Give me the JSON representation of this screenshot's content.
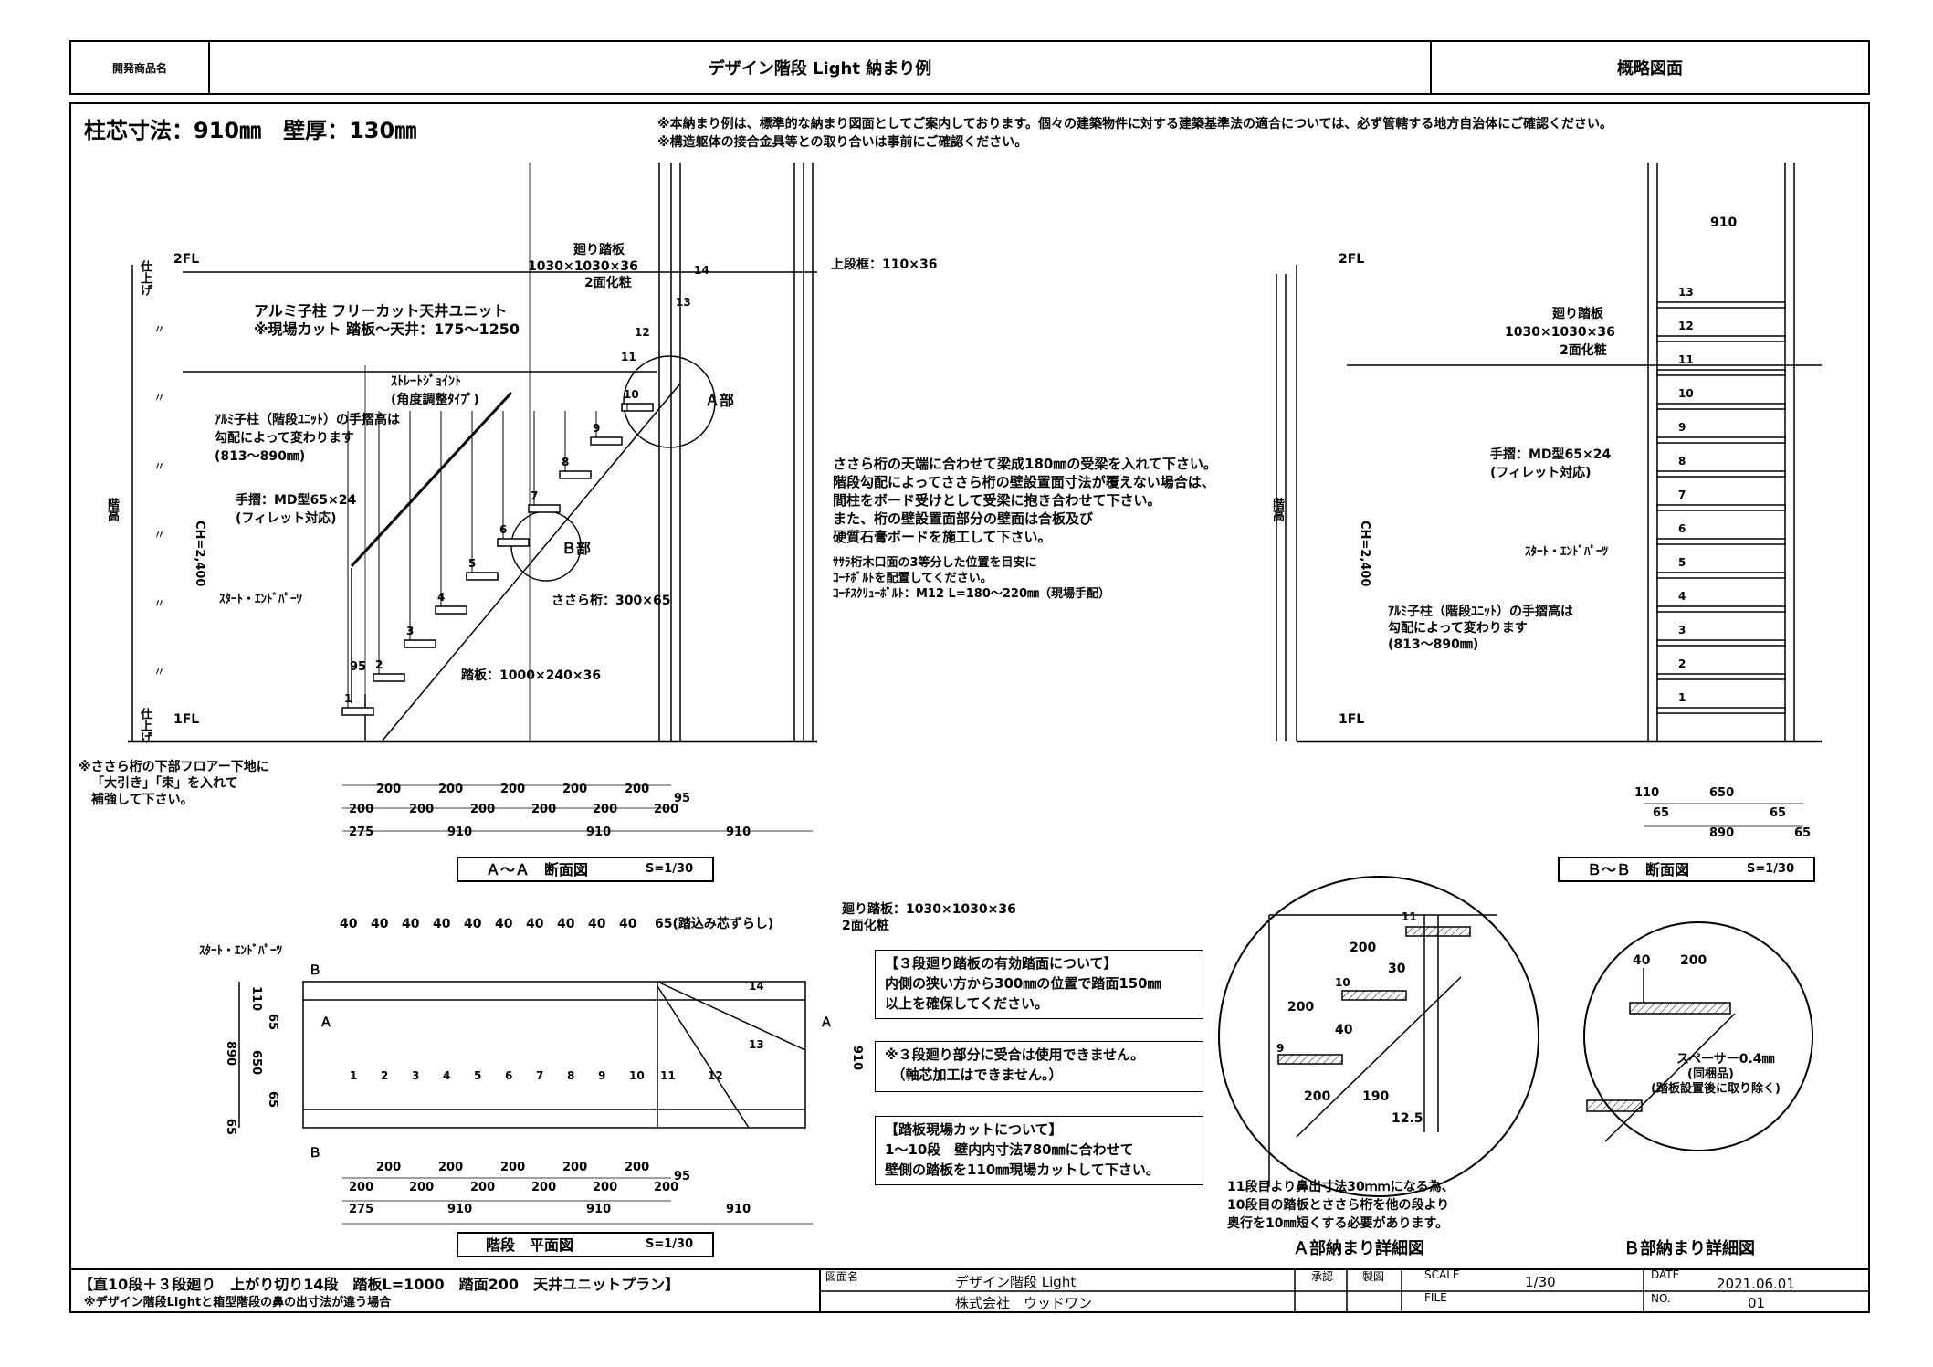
{
  "header": {
    "product_label": "開発商品名",
    "title": "デザイン階段 Light 納まり例",
    "drawing_type": "概略図面"
  },
  "spec": "柱芯寸法：910㎜　壁厚：130㎜",
  "notices": [
    "※本納まり例は、標準的な納まり図面としてご案内しております。個々の建築物件に対する建築基準法の適合については、必ず管轄する地方自治体にご確認ください。",
    "※構造躯体の接合金具等との取り合いは事前にご確認ください。"
  ],
  "section_aa": {
    "title": "Ａ～Ａ　断面図",
    "scale": "S=1/30",
    "fl2": "2FL",
    "fl1": "1FL",
    "ceiling_height": "CH=2,400",
    "floor_height_label": "階高",
    "finish_top": "仕上げ",
    "finish_bottom": "仕上げ",
    "mark": "〃",
    "labels": {
      "winder": "廻り踏板",
      "winder_size": "1030×1030×36",
      "winder_finish": "2面化粧",
      "upper_frame": "上段框：110×36",
      "baluster_title": "アルミ子柱 フリーカット天井ユニット",
      "baluster_note": "※現場カット 踏板～天井：175～1250",
      "straight_joint": "ｽﾄﾚｰﾄｼﾞｮｲﾝﾄ",
      "straight_joint_sub": "(角度調整ﾀｲﾌﾟ)",
      "a_part": "Ａ部",
      "b_part": "Ｂ部",
      "handrail_height_1": "ｱﾙﾐ子柱（階段ﾕﾆｯﾄ）の手摺高は",
      "handrail_height_2": "勾配によって変わります",
      "handrail_height_3": "(813～890㎜)",
      "handrail_1": "手摺：MD型65×24",
      "handrail_2": "(フィレット対応)",
      "start_end": "ｽﾀｰﾄ・ｴﾝﾄﾞﾊﾟｰﾂ",
      "stringer": "ささら桁：300×65",
      "tread": "踏板：1000×240×36",
      "underfloor_1": "※ささら桁の下部フロアー下地に",
      "underfloor_2": "「大引き」「束」を入れて",
      "underfloor_3": "補強して下さい。"
    },
    "beam_notes": [
      "ささら桁の天端に合わせて梁成180㎜の受梁を入れて下さい。",
      "階段勾配によってささら桁の壁設置面寸法が覆えない場合は、",
      "間柱をボード受けとして受梁に抱き合わせて下さい。",
      "また、桁の壁設置面部分の壁面は合板及び",
      "硬質石膏ボードを施工して下さい。"
    ],
    "bolt_notes": [
      "ｻｻﾗ桁木口面の3等分した位置を目安に",
      "ｺｰﾁﾎﾞﾙﾄを配置してください。",
      "ｺｰﾁｽｸﾘｭｰﾎﾞﾙﾄ：M12 L=180～220㎜（現場手配）"
    ],
    "step_numbers": [
      "1",
      "2",
      "3",
      "4",
      "5",
      "6",
      "7",
      "8",
      "9",
      "10",
      "11",
      "12",
      "13",
      "14"
    ],
    "dim_top": [
      "95"
    ],
    "dim_row1": [
      "200",
      "200",
      "200",
      "200",
      "200"
    ],
    "dim_row2": [
      "200",
      "200",
      "200",
      "200",
      "200",
      "200"
    ],
    "dim_row2_end": "95",
    "dim_row3": [
      "275",
      "910",
      "910",
      "910"
    ]
  },
  "section_bb": {
    "title": "Ｂ～Ｂ　断面図",
    "scale": "S=1/30",
    "fl2": "2FL",
    "fl1": "1FL",
    "ceiling_height": "CH=2,400",
    "floor_height_label": "階高",
    "top_dim": "910",
    "winder": "廻り踏板",
    "winder_size": "1030×1030×36",
    "winder_finish": "2面化粧",
    "handrail_1": "手摺：MD型65×24",
    "handrail_2": "(フィレット対応)",
    "start_end": "ｽﾀｰﾄ・ｴﾝﾄﾞﾊﾟｰﾂ",
    "handrail_height_1": "ｱﾙﾐ子柱（階段ﾕﾆｯﾄ）の手摺高は",
    "handrail_height_2": "勾配によって変わります",
    "handrail_height_3": "(813～890㎜)",
    "step_numbers": [
      "1",
      "2",
      "3",
      "4",
      "5",
      "6",
      "7",
      "8",
      "9",
      "10",
      "11",
      "12",
      "13"
    ],
    "dims_row1": [
      "110",
      "650"
    ],
    "dims_row2": [
      "65",
      "65"
    ],
    "dims_row3": [
      "890",
      "65"
    ]
  },
  "plan": {
    "title": "階段　平面図",
    "scale": "S=1/30",
    "start_end": "ｽﾀｰﾄ・ｴﾝﾄﾞﾊﾟｰﾂ",
    "top_dims": [
      "40",
      "40",
      "40",
      "40",
      "40",
      "40",
      "40",
      "40",
      "40",
      "40"
    ],
    "top_dim_note": "65(踏込み芯ずらし)",
    "winder": "廻り踏板：1030×1030×36",
    "winder_finish": "2面化粧",
    "side_dims_left": [
      "110",
      "65",
      "650",
      "65",
      "890",
      "65"
    ],
    "side_dim_right": "910",
    "a_mark": "Ａ",
    "b_mark": "Ｂ",
    "step_numbers": [
      "1",
      "2",
      "3",
      "4",
      "5",
      "6",
      "7",
      "8",
      "9",
      "10",
      "11",
      "12",
      "13",
      "14"
    ],
    "dim_row1": [
      "200",
      "200",
      "200",
      "200",
      "200"
    ],
    "dim_row2": [
      "200",
      "200",
      "200",
      "200",
      "200",
      "200"
    ],
    "dim_row2_end": "95",
    "dim_row3": [
      "275",
      "910",
      "910",
      "910"
    ]
  },
  "info_boxes": [
    {
      "lines": [
        "【３段廻り踏板の有効踏面について】",
        "内側の狭い方から300㎜の位置で踏面150㎜",
        "以上を確保してください。"
      ]
    },
    {
      "lines": [
        "※３段廻り部分に受合は使用できません。",
        "　（軸芯加工はできません。）"
      ]
    },
    {
      "lines": [
        "【踏板現場カットについて】",
        "1～10段　壁内内寸法780㎜に合わせて",
        "壁側の踏板を110㎜現場カットして下さい。"
      ]
    }
  ],
  "detail_a": {
    "title": "Ａ部納まり詳細図",
    "dims": [
      "200",
      "30",
      "200",
      "40",
      "200",
      "190",
      "12.5"
    ],
    "steps": [
      "11",
      "10",
      "9"
    ],
    "note": [
      "11段目より鼻出寸法30ｍｍになる為、",
      "10段目の踏板とささら桁を他の段より",
      "奥行を10㎜短くする必要があります。"
    ]
  },
  "detail_b": {
    "title": "Ｂ部納まり詳細図",
    "dims": [
      "40",
      "200"
    ],
    "spacer_1": "スペーサー0.4㎜",
    "spacer_2": "(同梱品)",
    "spacer_3": "(踏板設置後に取り除く)"
  },
  "footer": {
    "plan_name": "【直10段＋３段廻り　上がり切り14段　踏板L=1000　踏面200　天井ユニットプラン】",
    "plan_note": "※デザイン階段Lightと箱型階段の鼻の出寸法が違う場合",
    "drawing_label": "図面名",
    "drawing_name": "デザイン階段 Light",
    "company": "株式会社　ウッドワン",
    "approval": "承認",
    "check": "製図",
    "scale_label": "SCALE",
    "scale_value": "1/30",
    "file_label": "FILE",
    "date_label": "DATE",
    "date_value": "2021.06.01",
    "no_label": "NO.",
    "no_value": "01"
  }
}
